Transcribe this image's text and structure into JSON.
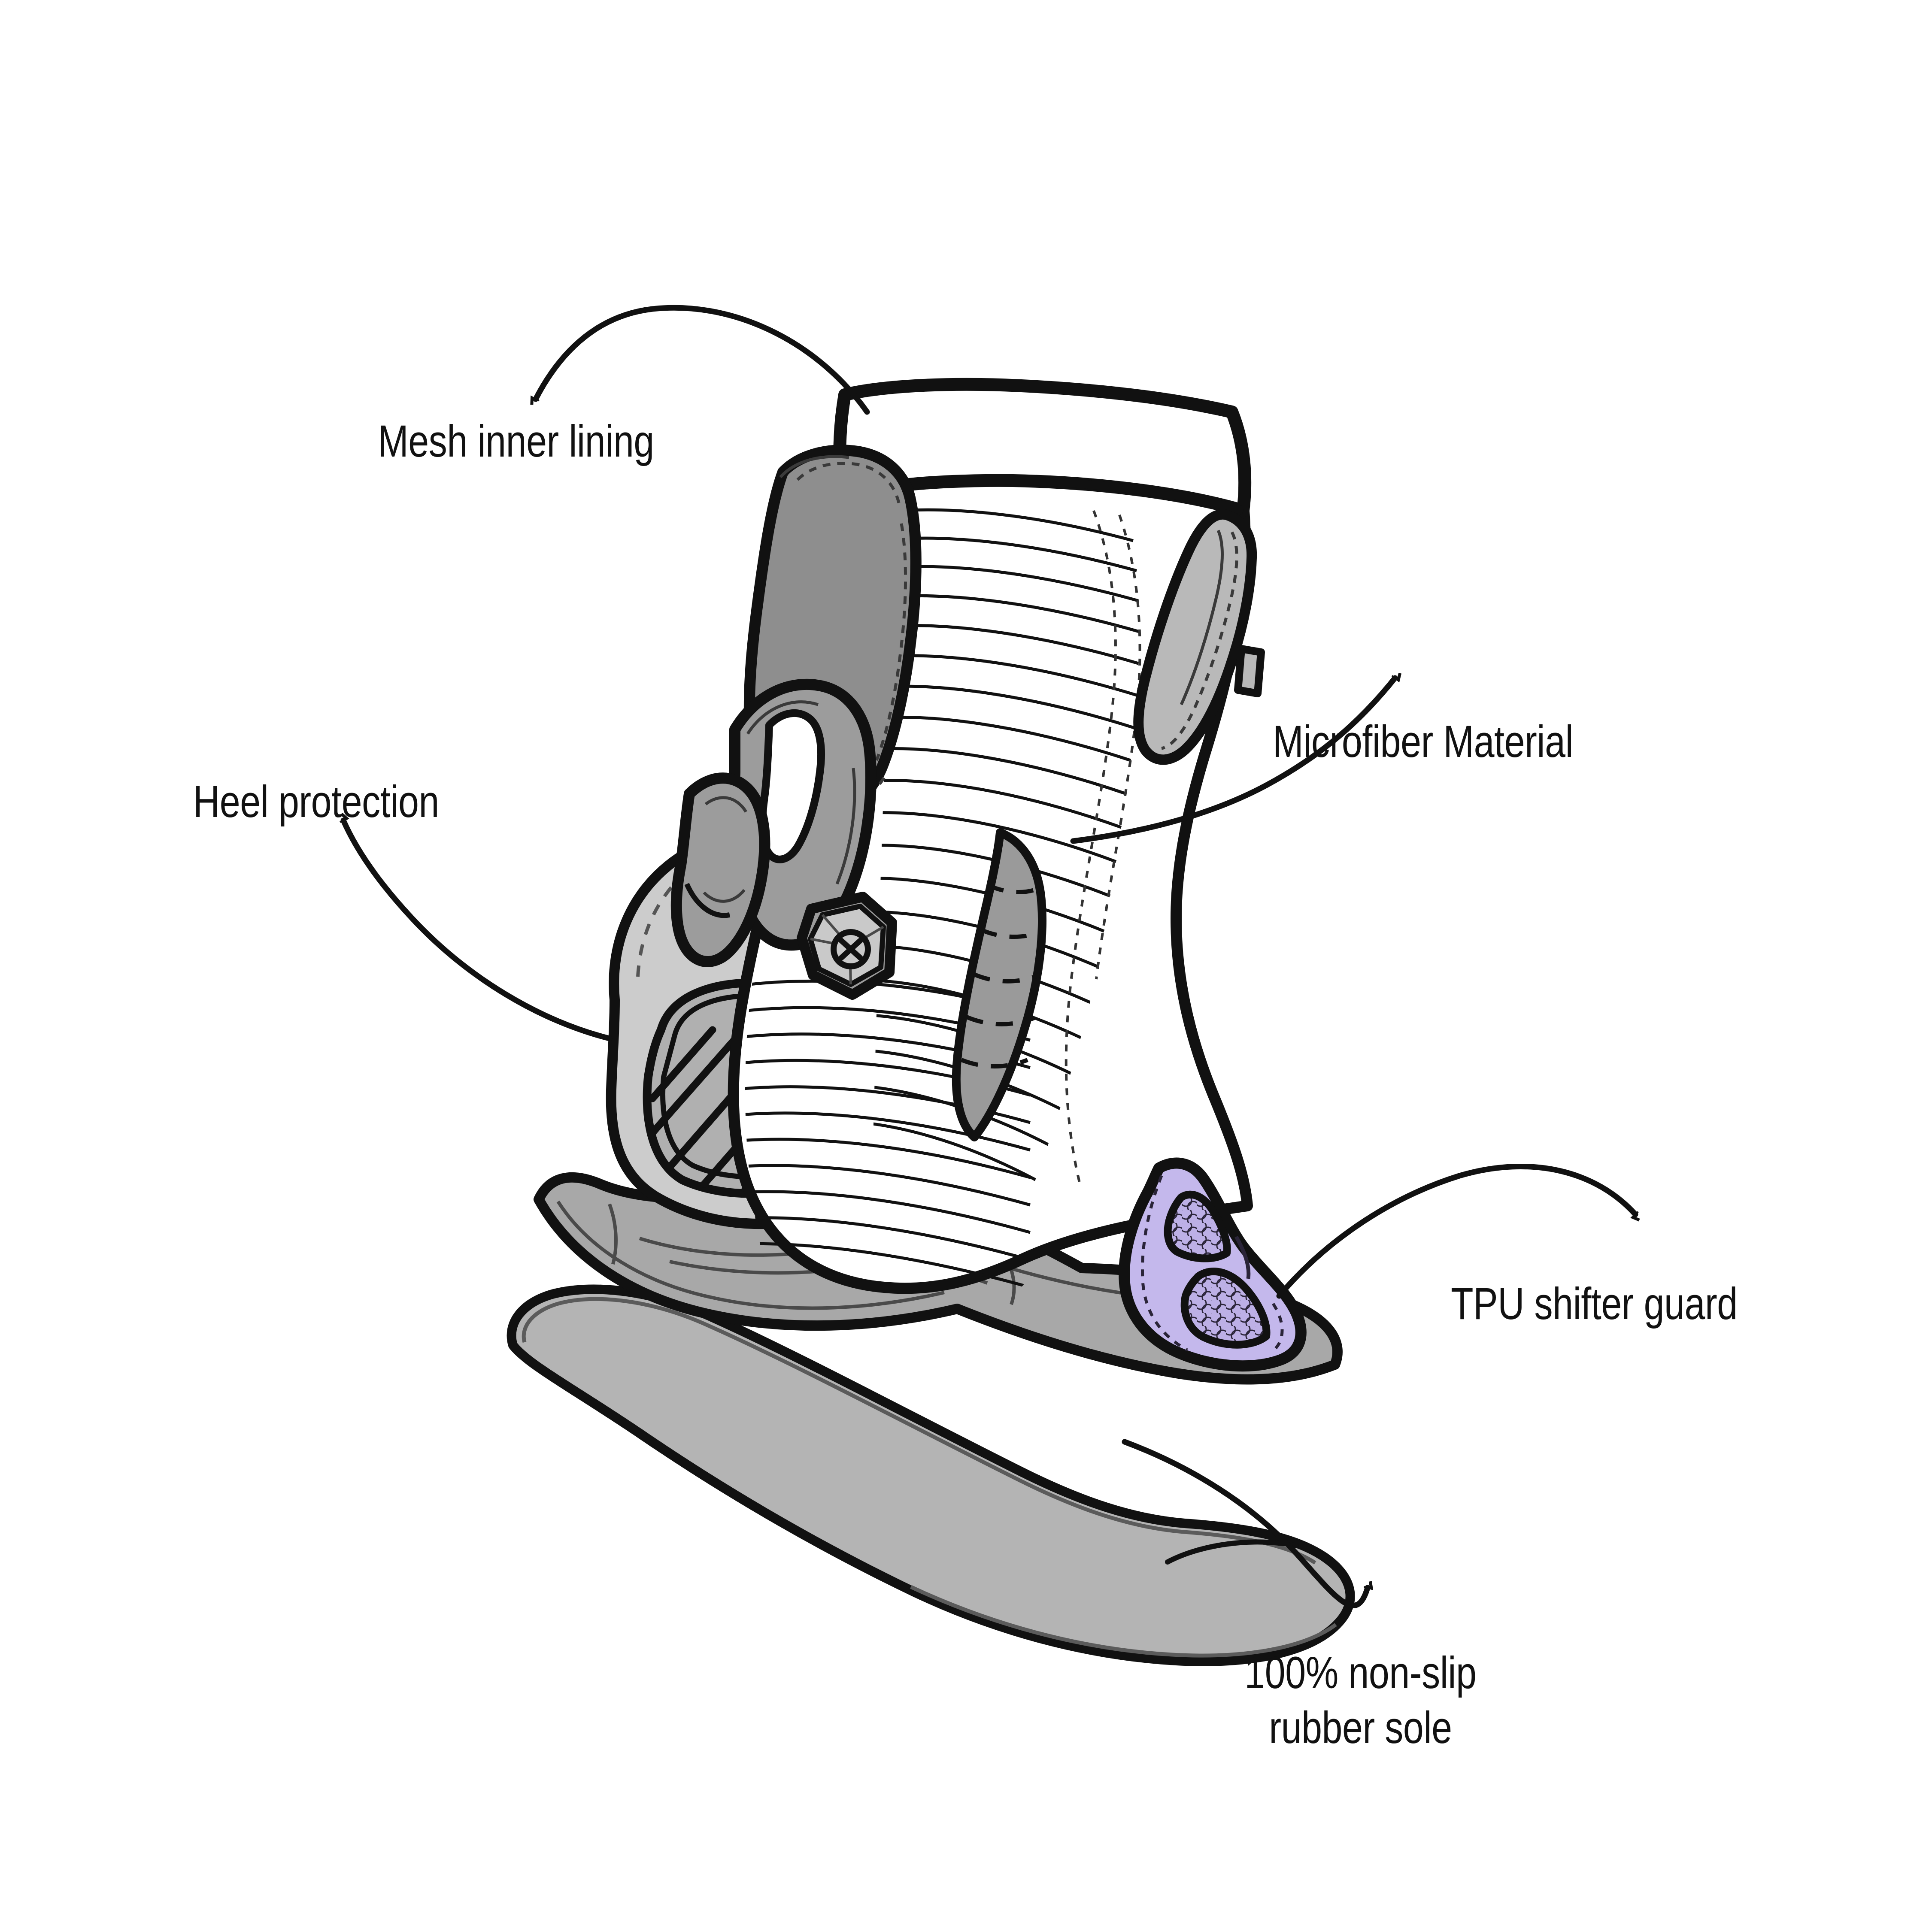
{
  "diagram": {
    "title": "Motorcycle racing boot exploded technical illustration",
    "background_color": "#ffffff",
    "subject": "motorcycle-boot",
    "view": "side-profile-three-quarter"
  },
  "callouts": [
    {
      "id": "mesh-inner-lining",
      "label": "Mesh inner lining",
      "points_to": "boot-shaft-inner-lining",
      "arrow_direction": "down-left",
      "arrow_style": "curved-arc"
    },
    {
      "id": "heel-protection",
      "label": "Heel protection",
      "points_to": "heel-counter-guard",
      "arrow_direction": "up-left",
      "arrow_style": "curved-arc"
    },
    {
      "id": "microfiber-material",
      "label": "Microfiber Material",
      "points_to": "boot-upper-microfiber-panel",
      "arrow_direction": "up-right",
      "arrow_style": "curved-arc"
    },
    {
      "id": "tpu-shifter-guard",
      "label": "TPU shifter guard",
      "points_to": "toe-shifter-pad",
      "arrow_direction": "down-right",
      "arrow_style": "curved-arc"
    },
    {
      "id": "rubber-sole",
      "label_line_1": "100% non-slip",
      "label_line_2": "rubber sole",
      "points_to": "removable-insole",
      "arrow_direction": "down-right",
      "arrow_style": "curved-arc"
    }
  ],
  "parts": [
    {
      "id": "shaft-cuff",
      "name": "Top cuff collar",
      "fill": "#ffffff"
    },
    {
      "id": "calf-protector",
      "name": "Calf protector panel",
      "fill": "#8e8e8e"
    },
    {
      "id": "rear-strap",
      "name": "Rear achilles strap",
      "fill": "#b9b9b9"
    },
    {
      "id": "mesh-lining",
      "name": "Mesh inner lining",
      "fill": "#ffffff"
    },
    {
      "id": "microfiber-upper",
      "name": "Microfiber upper panel",
      "fill": "#ffffff"
    },
    {
      "id": "ankle-brace",
      "name": "Ankle brace assembly",
      "fill": "#9c9c9c"
    },
    {
      "id": "pivot-screw",
      "name": "Pivot screw",
      "fill": "#c9c9c9"
    },
    {
      "id": "heel-counter",
      "name": "Heel protection counter",
      "fill": "#cccccc"
    },
    {
      "id": "heel-vent",
      "name": "Heel vent ribs",
      "fill": "#b0b0b0"
    },
    {
      "id": "outsole",
      "name": "Non-slip rubber outsole",
      "fill": "#a8a8a8"
    },
    {
      "id": "tpu-shifter-pad",
      "name": "TPU shifter guard",
      "fill": "#c4b8ec"
    },
    {
      "id": "shifter-mesh",
      "name": "Shifter guard mesh",
      "fill": "#bdb0e6"
    },
    {
      "id": "insole",
      "name": "Removable insole",
      "fill": "#b4b4b4"
    }
  ],
  "colors": {
    "outline": "#111111",
    "background": "#ffffff",
    "grey_dark": "#8e8e8e",
    "grey_mid": "#a8a8a8",
    "grey_light": "#cccccc",
    "accent_lavender": "#c4b8ec",
    "text": "#111111"
  }
}
